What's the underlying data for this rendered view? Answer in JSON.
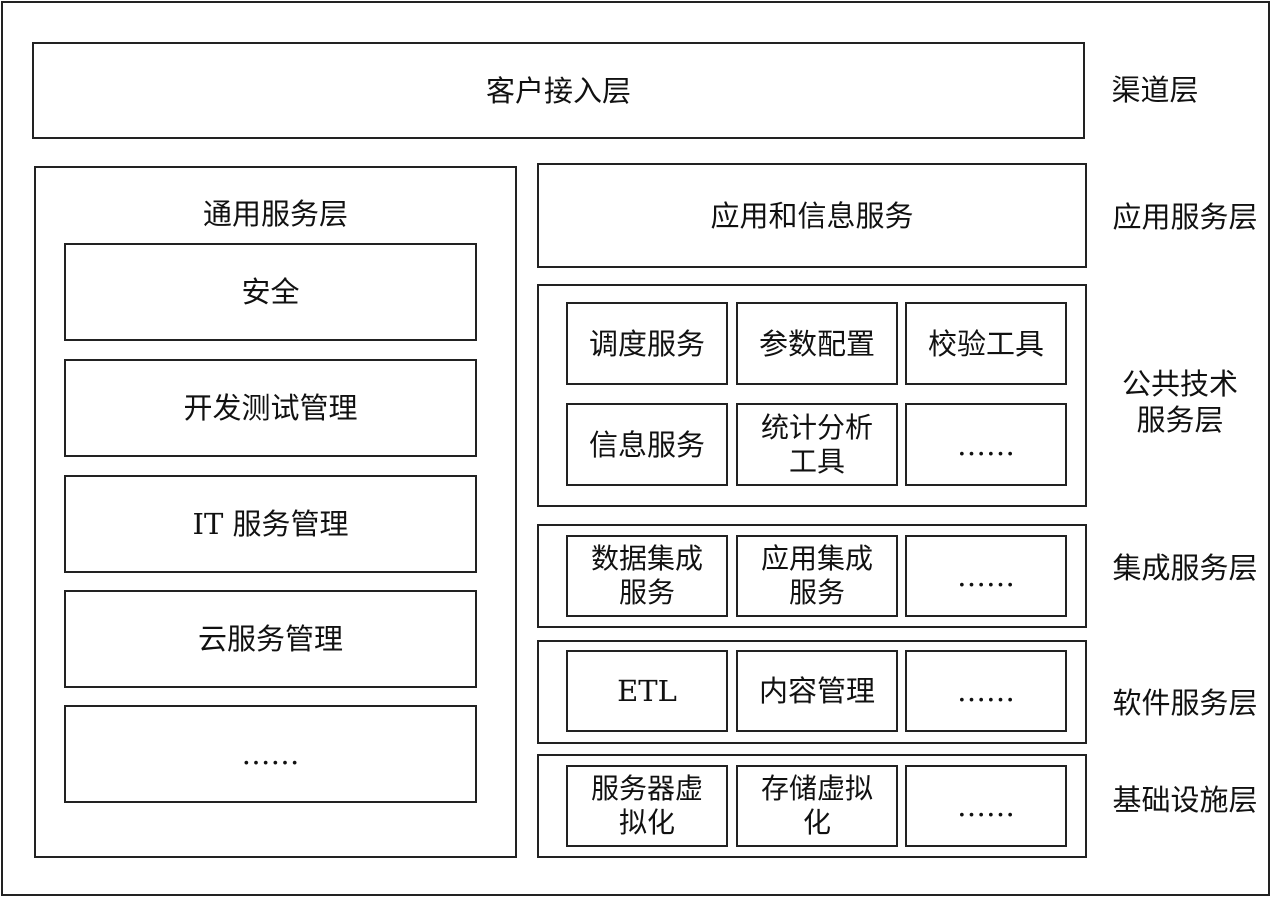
{
  "rows": {
    "channel": {
      "box": "客户接入层",
      "label": "渠道层"
    },
    "application": {
      "box": "应用和信息服务",
      "label": "应用服务层"
    },
    "public_tech": {
      "label": "公共技术\n服务层",
      "cells": [
        "调度服务",
        "参数配置",
        "校验工具",
        "信息服务",
        "统计分析\n工具",
        "……"
      ]
    },
    "integration": {
      "label": "集成服务层",
      "cells": [
        "数据集成\n服务",
        "应用集成\n服务",
        "……"
      ]
    },
    "software": {
      "label": "软件服务层",
      "cells": [
        "ETL",
        "内容管理",
        "……"
      ]
    },
    "infrastructure": {
      "label": "基础设施层",
      "cells": [
        "服务器虚\n拟化",
        "存储虚拟\n化",
        "……"
      ]
    }
  },
  "general": {
    "title": "通用服务层",
    "items": [
      "安全",
      "开发测试管理",
      "IT 服务管理",
      "云服务管理",
      "……"
    ]
  }
}
